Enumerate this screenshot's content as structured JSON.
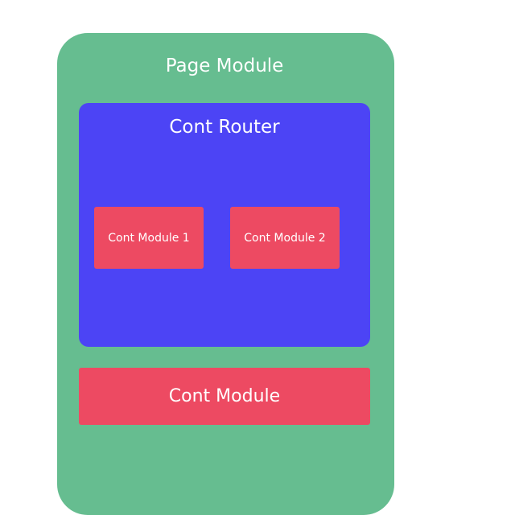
{
  "diagram": {
    "page_module": {
      "label": "Page Module",
      "color": "#66bd90"
    },
    "cont_router": {
      "label": "Cont Router",
      "color": "#4c44f5"
    },
    "router_children": [
      {
        "label": "Cont Module 1",
        "color": "#ed4a62"
      },
      {
        "label": "Cont Module 2",
        "color": "#ed4a62"
      }
    ],
    "cont_module": {
      "label": "Cont Module",
      "color": "#ed4a62"
    }
  }
}
